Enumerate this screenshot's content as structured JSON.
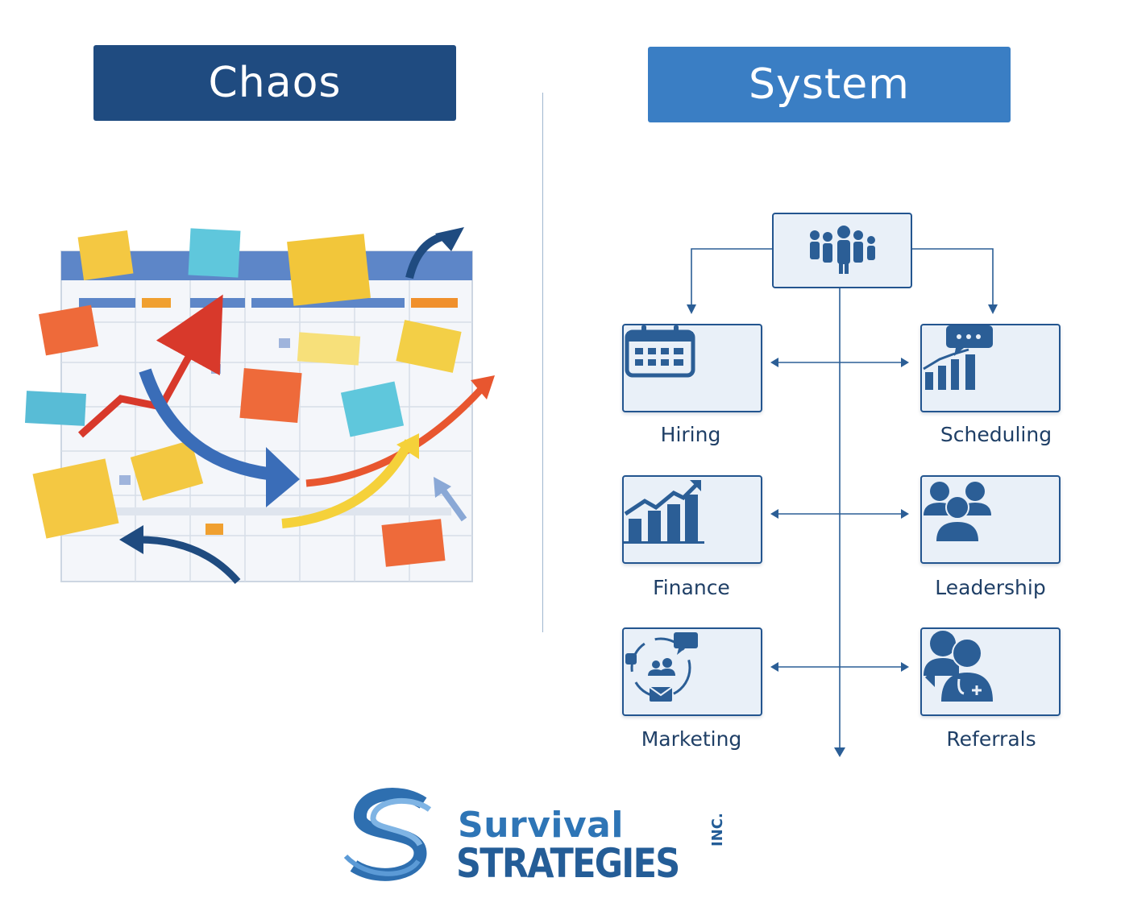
{
  "left_panel": {
    "title": "Chaos"
  },
  "right_panel": {
    "title": "System",
    "nodes": [
      {
        "label": "Hiring",
        "icon": "calendar-icon"
      },
      {
        "label": "Scheduling",
        "icon": "growth-chat-icon"
      },
      {
        "label": "Finance",
        "icon": "rising-chart-icon"
      },
      {
        "label": "Leadership",
        "icon": "team-icon"
      },
      {
        "label": "Marketing",
        "icon": "marketing-cycle-icon"
      },
      {
        "label": "Referrals",
        "icon": "referral-doctor-icon"
      }
    ],
    "root_icon": "group-people-icon"
  },
  "brand": {
    "line1": "Survival",
    "line2": "STRATEGIES",
    "suffix": "INC."
  },
  "colors": {
    "navy": "#1f4b80",
    "blue": "#3a7ec4",
    "line": "#2b5e96",
    "box_fill": "#e9f0f8"
  }
}
